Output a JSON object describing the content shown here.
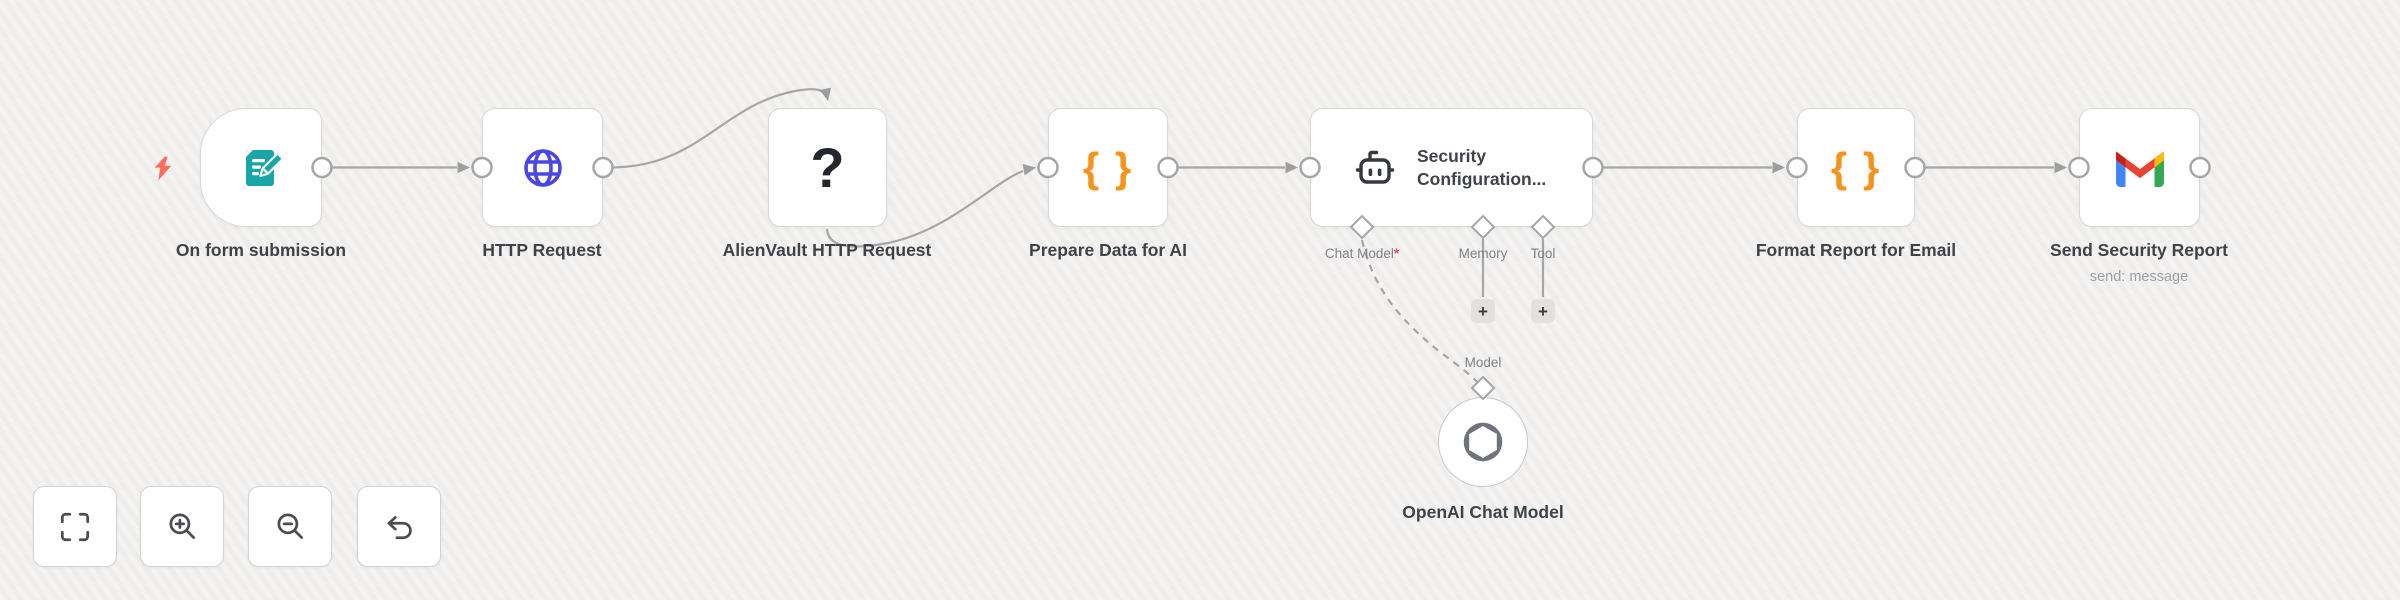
{
  "icons": {
    "question_mark": "?",
    "braces": "{ }",
    "plus": "+"
  },
  "colors": {
    "trigger_bolt": "#ff6c59",
    "form_teal": "#18a6a6",
    "http_indigo": "#4a46e4",
    "code_orange": "#f5941d",
    "required_red": "#e5484d",
    "wire_gray": "#a6a6a6"
  },
  "nodes": [
    {
      "id": "on-form-submission",
      "label": "On form submission",
      "icon": "form-edit-icon",
      "trigger": true
    },
    {
      "id": "http-request",
      "label": "HTTP Request",
      "icon": "globe-icon"
    },
    {
      "id": "alienvault-http-request",
      "label": "AlienVault HTTP Request",
      "icon": "question-mark-icon"
    },
    {
      "id": "prepare-data-for-ai",
      "label": "Prepare Data for AI",
      "icon": "code-braces-icon"
    },
    {
      "id": "security-configuration",
      "label": "Security Configuration...",
      "icon": "robot-icon",
      "ports": [
        {
          "label": "Chat Model",
          "required_marker": "*"
        },
        {
          "label": "Memory"
        },
        {
          "label": "Tool"
        }
      ]
    },
    {
      "id": "format-report-for-email",
      "label": "Format Report for Email",
      "icon": "code-braces-icon"
    },
    {
      "id": "send-security-report",
      "label": "Send Security Report",
      "subtitle": "send: message",
      "icon": "gmail-icon"
    },
    {
      "id": "openai-chat-model",
      "label": "OpenAI Chat Model",
      "icon": "openai-icon",
      "port_label": "Model"
    }
  ],
  "controls": [
    {
      "id": "zoom-to-fit",
      "icon": "fit-view-icon"
    },
    {
      "id": "zoom-in",
      "icon": "zoom-in-icon"
    },
    {
      "id": "zoom-out",
      "icon": "zoom-out-icon"
    },
    {
      "id": "undo",
      "icon": "undo-icon"
    }
  ]
}
